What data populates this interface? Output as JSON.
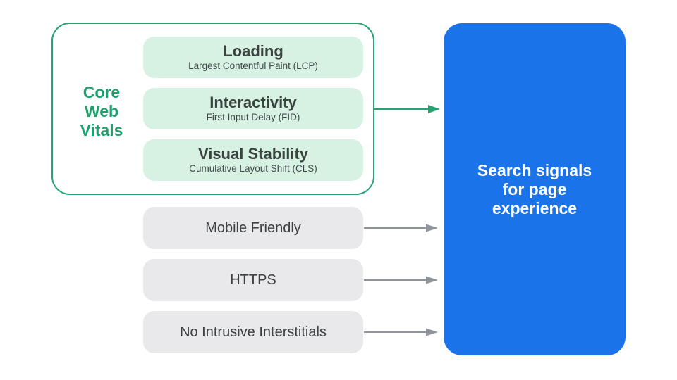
{
  "title": "Search signals for page experience diagram",
  "colors": {
    "accent_green": "#26a373",
    "mint_fill": "#d7f1e3",
    "gray_fill": "#e9e9eb",
    "blue_fill": "#1a73e8",
    "dark_text": "#3c4043",
    "arrow_gray": "#8e9499",
    "white_text": "#ffffff"
  },
  "core_web_vitals": {
    "label": "Core Web Vitals",
    "items": [
      {
        "title": "Loading",
        "subtitle": "Largest Contentful Paint (LCP)"
      },
      {
        "title": "Interactivity",
        "subtitle": "First Input Delay (FID)"
      },
      {
        "title": "Visual Stability",
        "subtitle": "Cumulative Layout Shift (CLS)"
      }
    ]
  },
  "other_signals": [
    {
      "label": "Mobile Friendly"
    },
    {
      "label": "HTTPS"
    },
    {
      "label": "No Intrusive Interstitials"
    }
  ],
  "result": {
    "label": "Search signals for page experience"
  }
}
